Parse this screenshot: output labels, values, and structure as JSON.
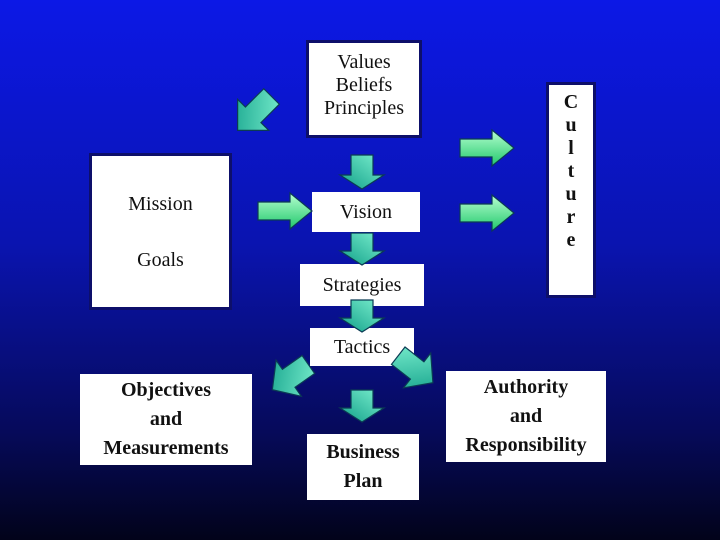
{
  "values_box": {
    "lines": [
      "Values",
      "Beliefs",
      "Principles"
    ]
  },
  "mission_box": {
    "mission": "Mission",
    "goals": "Goals"
  },
  "vision": "Vision",
  "strategies": "Strategies",
  "tactics": "Tactics",
  "culture_box": {
    "letters": [
      "C",
      "u",
      "l",
      "t",
      "u",
      "r",
      "e"
    ]
  },
  "objectives": {
    "lines": [
      "Objectives",
      "and",
      "Measurements"
    ]
  },
  "business_plan": {
    "lines": [
      "Business",
      "Plan"
    ]
  },
  "authority": {
    "lines": [
      "Authority",
      "and",
      "Responsibility"
    ]
  },
  "colors": {
    "background_top": "#0c18e6",
    "background_bottom": "#02031a",
    "box_fill": "#ffffff",
    "arrow_fill": "#1fb8a0",
    "arrow_right_fill": "#33ec7f"
  }
}
